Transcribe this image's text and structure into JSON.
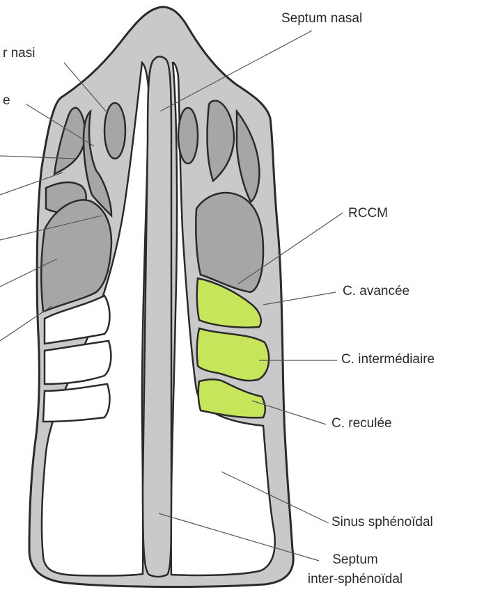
{
  "labels": {
    "septum_nasal": "Septum nasal",
    "agger_nasi": "r nasi",
    "left_partial": "e",
    "rccm": "RCCM",
    "c_avancee": "C. avancée",
    "c_intermediaire": "C. intermédiaire",
    "c_reculee": "C. reculée",
    "sinus_sphenoidal": "Sinus sphénoïdal",
    "septum_inter_line1": "Septum",
    "septum_inter_line2": "inter-sphénoïdal"
  },
  "colors": {
    "background": "#ffffff",
    "bone": "#c9c9c9",
    "outline": "#2a2a2a",
    "dark_cell": "#a6a6a6",
    "green_cell": "#c6e55a",
    "cavity": "#ffffff"
  }
}
